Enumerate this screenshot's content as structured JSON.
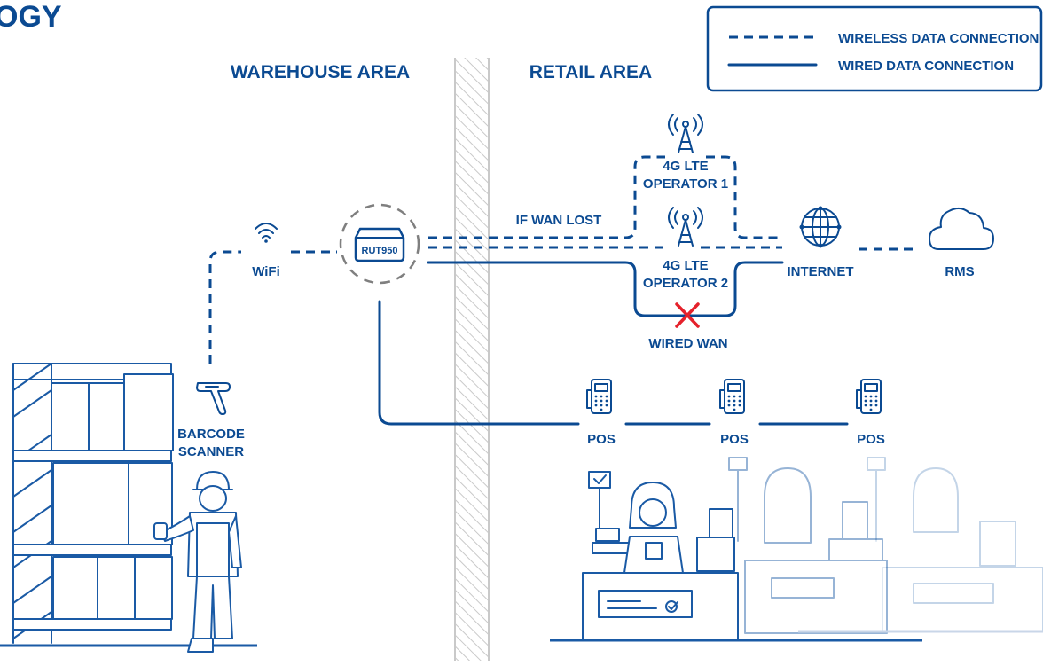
{
  "diagram": {
    "title_fragment": "OGY",
    "legend": {
      "wireless": "WIRELESS DATA CONNECTION",
      "wired": "WIRED DATA CONNECTION"
    },
    "areas": {
      "warehouse": "WAREHOUSE AREA",
      "retail": "RETAIL AREA"
    },
    "nodes": {
      "wifi": "WiFi",
      "router_model": "RUT950",
      "operator1_line1": "4G LTE",
      "operator1_line2": "OPERATOR 1",
      "operator2_line1": "4G LTE",
      "operator2_line2": "OPERATOR 2",
      "internet": "INTERNET",
      "rms": "RMS",
      "wired_wan": "WIRED WAN",
      "failover_note": "IF WAN LOST",
      "scanner_line1": "BARCODE",
      "scanner_line2": "SCANNER",
      "pos": [
        "POS",
        "POS",
        "POS"
      ]
    },
    "colors": {
      "primary": "#0b4a92",
      "error": "#e5212b",
      "wall_hatch": "#c9c9c9"
    }
  }
}
